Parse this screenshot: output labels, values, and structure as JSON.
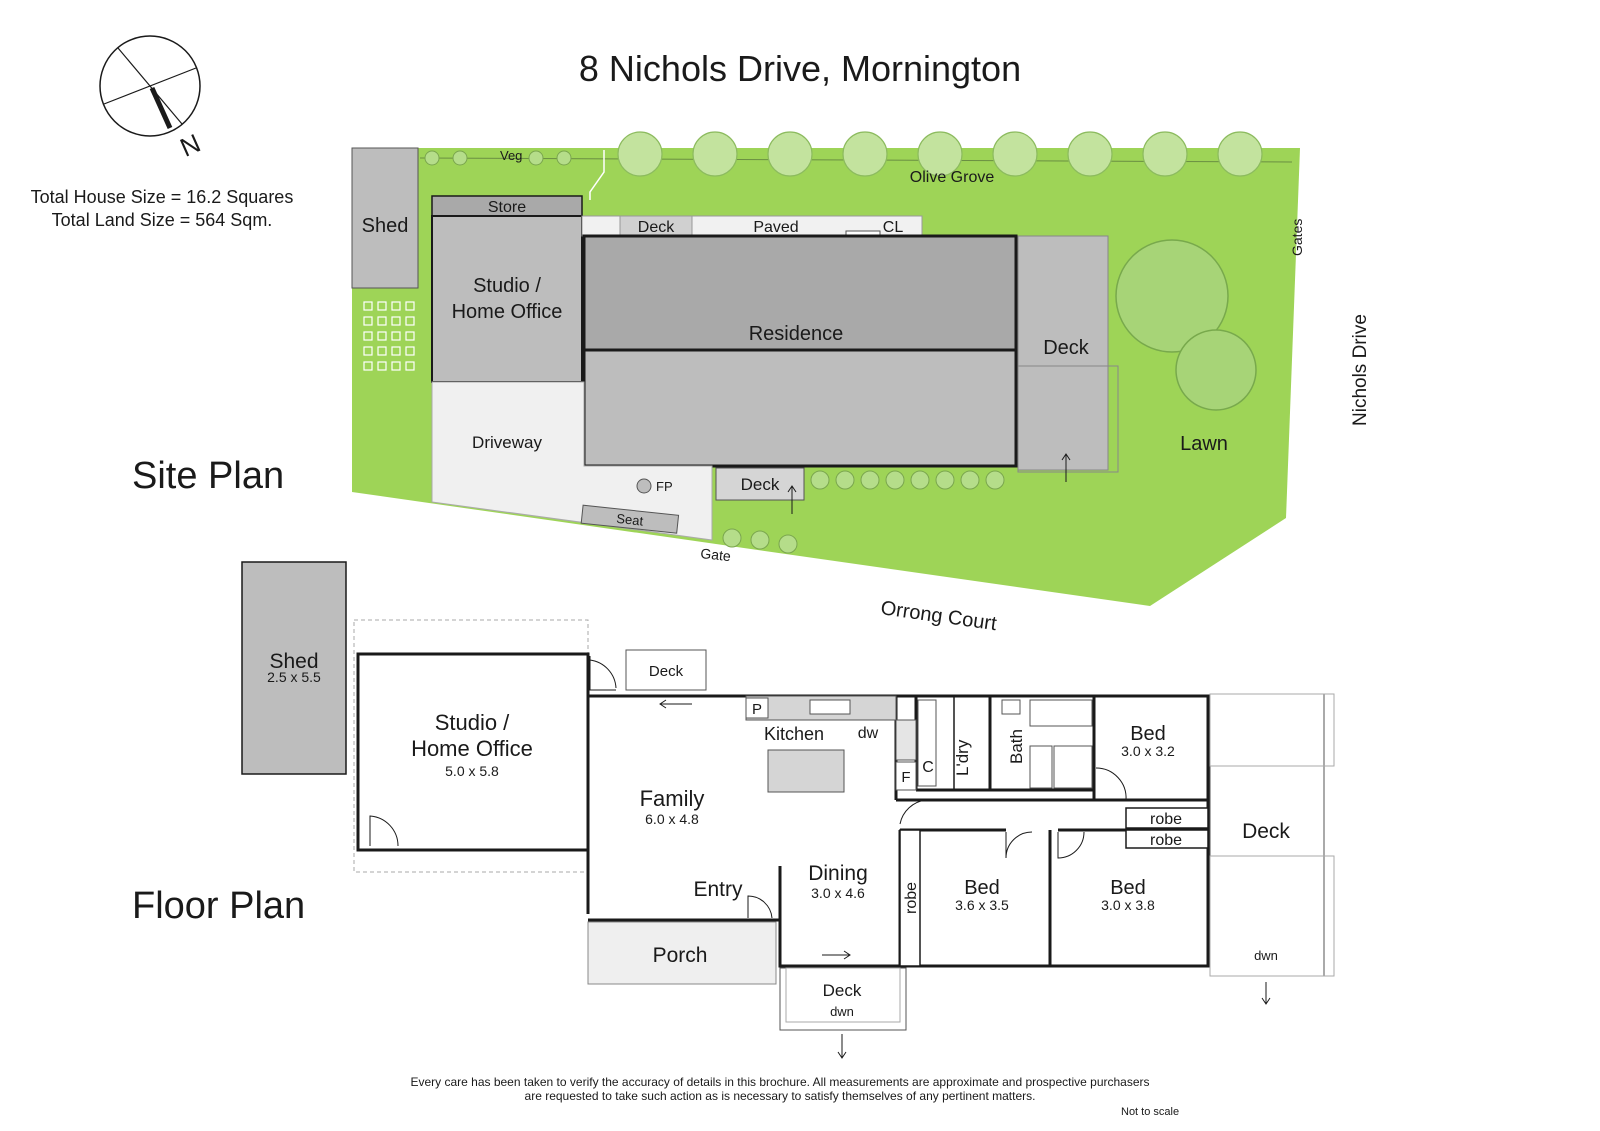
{
  "title": "8 Nichols Drive, Mornington",
  "compass": {
    "label": "N"
  },
  "summary": {
    "house_size": "Total House Size = 16.2 Squares",
    "land_size": "Total Land Size = 564 Sqm."
  },
  "site_plan": {
    "heading": "Site  Plan",
    "labels": {
      "shed": "Shed",
      "store": "Store",
      "studio_line1": "Studio /",
      "studio_line2": "Home Office",
      "veg": "Veg",
      "olive_grove": "Olive Grove",
      "gates": "Gates",
      "nichols_drive": "Nichols Drive",
      "deck_top": "Deck",
      "paved": "Paved",
      "cl": "CL",
      "residence": "Residence",
      "deck_east": "Deck",
      "lawn": "Lawn",
      "driveway": "Driveway",
      "fp": "FP",
      "deck_south": "Deck",
      "seat": "Seat",
      "gate": "Gate",
      "orrong_court": "Orrong Court"
    }
  },
  "floor_plan": {
    "heading": "Floor  Plan",
    "labels": {
      "shed": "Shed",
      "shed_dim": "2.5 x 5.5",
      "studio_line1": "Studio /",
      "studio_line2": "Home Office",
      "studio_dim": "5.0 x 5.8",
      "deck_top": "Deck",
      "p": "P",
      "kitchen": "Kitchen",
      "dw": "dw",
      "c": "C",
      "f": "F",
      "laundry": "L'dry",
      "bath": "Bath",
      "family": "Family",
      "family_dim": "6.0 x 4.8",
      "entry": "Entry",
      "porch": "Porch",
      "dining": "Dining",
      "dining_dim": "3.0 x 4.6",
      "deck_south": "Deck",
      "dwn": "dwn",
      "bed1": "Bed",
      "bed1_dim": "3.0 x 3.2",
      "robe1": "robe",
      "robe2": "robe",
      "robe3": "robe",
      "bed2": "Bed",
      "bed2_dim": "3.6 x 3.5",
      "bed3": "Bed",
      "bed3_dim": "3.0 x 3.8",
      "deck_east": "Deck",
      "dwn_east": "dwn"
    }
  },
  "disclaimer": {
    "line1": "Every care has been taken to verify the accuracy of details in this brochure. All measurements are approximate and prospective purchasers",
    "line2": "are requested to take such action as is necessary to satisfy themselves of any pertinent matters.",
    "not_to_scale": "Not to scale"
  },
  "colors": {
    "lawn": "#9ed457",
    "building": "#bdbdbd",
    "residence": "#a9a9a9",
    "paving": "#efefef",
    "tree": "#b5dd8a",
    "wall": "#1a1a1a"
  }
}
